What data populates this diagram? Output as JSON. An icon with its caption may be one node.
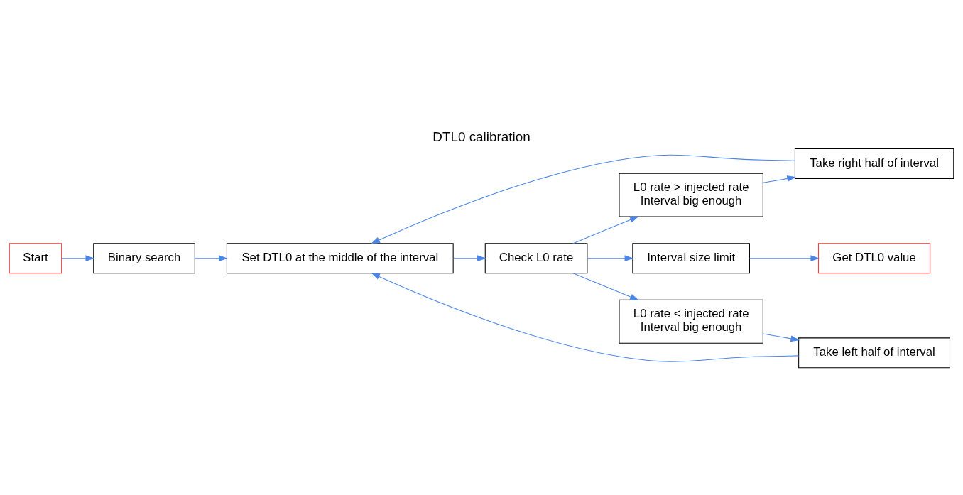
{
  "diagram": {
    "title": "DTL0 calibration",
    "nodes": [
      {
        "text": [
          "Start"
        ]
      },
      {
        "text": [
          "Binary search"
        ]
      },
      {
        "text": [
          "Take right half of interval"
        ]
      },
      {
        "text": [
          "L0 rate > injected rate",
          "Interval big enough"
        ]
      },
      {
        "text": [
          "Set DTL0 at the middle of the interval"
        ]
      },
      {
        "text": [
          "Check L0 rate"
        ]
      },
      {
        "text": [
          "Interval size limit"
        ]
      },
      {
        "text": [
          "Get DTL0 value"
        ]
      },
      {
        "text": [
          "L0 rate < injected rate",
          "Interval big enough"
        ]
      },
      {
        "text": [
          "Take left half of interval"
        ]
      }
    ],
    "edges": [
      {
        "from": 0,
        "to": 1,
        "arrow": "to"
      },
      {
        "from": 1,
        "to": 4,
        "arrow": "to"
      },
      {
        "from": 2,
        "to": 4,
        "arrow": "to"
      },
      {
        "from": 3,
        "to": 2,
        "arrow": "to"
      },
      {
        "from": 4,
        "to": 5,
        "arrow": "to"
      },
      {
        "from": 5,
        "to": 3,
        "arrow": "to"
      },
      {
        "from": 5,
        "to": 6,
        "arrow": "to"
      },
      {
        "from": 5,
        "to": 8,
        "arrow": "to"
      },
      {
        "from": 6,
        "to": 7,
        "arrow": "to"
      },
      {
        "from": 8,
        "to": 9,
        "arrow": "to"
      },
      {
        "from": 9,
        "to": 4,
        "arrow": "to"
      }
    ]
  }
}
